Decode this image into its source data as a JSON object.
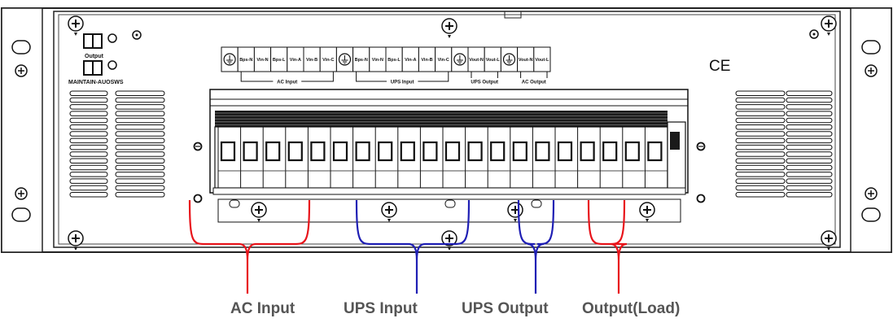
{
  "panel": {
    "output_label": "Output",
    "maintain_label": "MAINTAIN-AUOSWS",
    "ce_mark": "CE"
  },
  "terminals": [
    {
      "label": "",
      "kind": "ground"
    },
    {
      "label": "Bps-N",
      "kind": "label"
    },
    {
      "label": "Vin-N",
      "kind": "label"
    },
    {
      "label": "Bps-L",
      "kind": "label"
    },
    {
      "label": "Vin-A",
      "kind": "label"
    },
    {
      "label": "Vin-B",
      "kind": "label"
    },
    {
      "label": "Vin-C",
      "kind": "label"
    },
    {
      "label": "",
      "kind": "ground"
    },
    {
      "label": "Bps-N",
      "kind": "label"
    },
    {
      "label": "Vin-N",
      "kind": "label"
    },
    {
      "label": "Bps-L",
      "kind": "label"
    },
    {
      "label": "Vin-A",
      "kind": "label"
    },
    {
      "label": "Vin-B",
      "kind": "label"
    },
    {
      "label": "Vin-C",
      "kind": "label"
    },
    {
      "label": "",
      "kind": "ground"
    },
    {
      "label": "Vout-N",
      "kind": "label"
    },
    {
      "label": "Vout-L",
      "kind": "label"
    },
    {
      "label": "",
      "kind": "ground"
    },
    {
      "label": "Vout-N",
      "kind": "label"
    },
    {
      "label": "Vout-L",
      "kind": "label"
    }
  ],
  "group_brackets": [
    {
      "label": "AC Input"
    },
    {
      "label": "UPS Input"
    },
    {
      "label": "UPS Output"
    },
    {
      "label": "AC Output"
    }
  ],
  "callouts": [
    {
      "label": "AC Input",
      "color": "#e8141b"
    },
    {
      "label": "UPS Input",
      "color": "#1f1fb4"
    },
    {
      "label": "UPS Output",
      "color": "#1f1fb4"
    },
    {
      "label": "Output(Load)",
      "color": "#e8141b"
    }
  ]
}
